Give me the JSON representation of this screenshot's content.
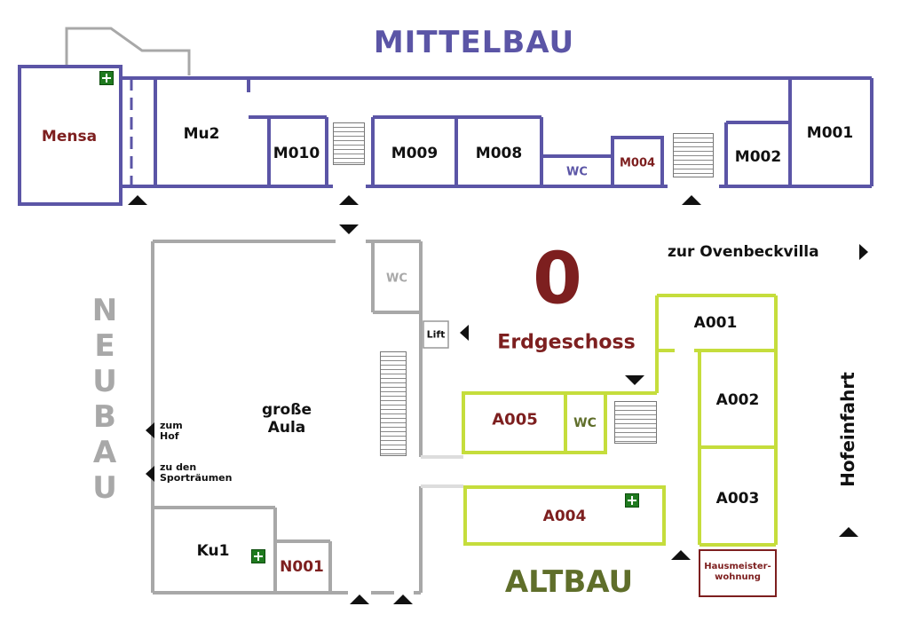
{
  "floor": {
    "number": "0",
    "name": "Erdgeschoss"
  },
  "buildings": {
    "mittelbau": "MITTELBAU",
    "altbau": "ALTBAU",
    "neubau": "NEUBAU"
  },
  "rooms": {
    "mensa": "Mensa",
    "mu2": "Mu2",
    "m010": "M010",
    "m009": "M009",
    "m008": "M008",
    "wc_mittelbau": "WC",
    "m004": "M004",
    "m002": "M002",
    "m001": "M001",
    "wc_neubau": "WC",
    "lift": "Lift",
    "grosse_aula": "große\nAula",
    "ku1": "Ku1",
    "n001": "N001",
    "a001": "A001",
    "a002": "A002",
    "a003": "A003",
    "a004": "A004",
    "a005": "A005",
    "wc_altbau": "WC",
    "hausmeisterwohnung": "Hausmeister-\nwohnung"
  },
  "directions": {
    "ovenbeckvilla": "zur Ovenbeckvilla",
    "hofeinfahrt": "Hofeinfahrt",
    "zum_hof": "zum\nHof",
    "sportraeume": "zu den\nSporträumen"
  },
  "colors": {
    "mittelbau": "#5b55a6",
    "altbau": "#c5dd3c",
    "neubau": "#a8a8a8",
    "floor_number": "#7d1f1f",
    "first_aid": "#1f7a1f"
  }
}
